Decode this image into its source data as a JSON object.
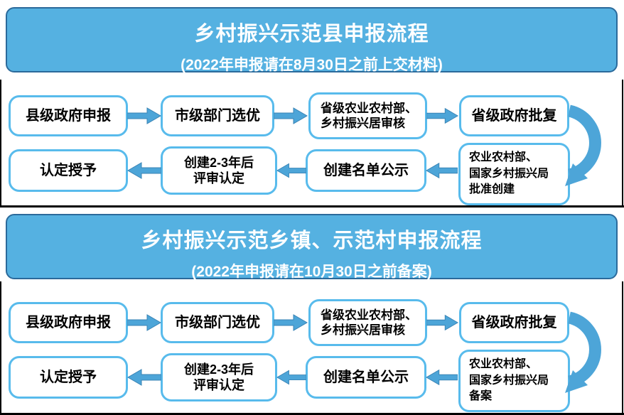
{
  "colors": {
    "header_fill": "#55b1e1",
    "header_border": "#2b6a9b",
    "header_text": "#ffffff",
    "box_border": "#58bbec",
    "box_text": "#000000",
    "arrow_fill": "#4da5d8",
    "arrow_stroke": "#3a84b5",
    "frame": "#000000",
    "background": "#ffffff"
  },
  "sections": [
    {
      "title": "乡村振兴示范县申报流程",
      "subtitle": "(2022年申报请在8月30日之前上交材料)",
      "flow_row1": [
        "县级政府申报",
        "市级部门选优",
        "省级农业农村部、\n乡村振兴居审核",
        "省级政府批复"
      ],
      "flow_row2": [
        "认定授予",
        "创建2-3年后\n评审认定",
        "创建名单公示",
        "农业农村部、\n国家乡村振兴局\n批准创建"
      ]
    },
    {
      "title": "乡村振兴示范乡镇、示范村申报流程",
      "subtitle": "(2022年申报请在10月30日之前备案)",
      "flow_row1": [
        "县级政府申报",
        "市级部门选优",
        "省级农业农村部、\n乡村振兴居审核",
        "省级政府批复"
      ],
      "flow_row2": [
        "认定授予",
        "创建2-3年后\n评审认定",
        "创建名单公示",
        "农业农村部、\n国家乡村振兴局\n备案"
      ]
    }
  ]
}
